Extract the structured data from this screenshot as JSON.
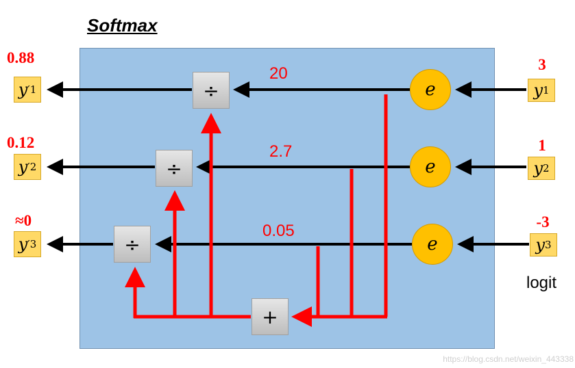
{
  "title": "Softmax",
  "inputs": [
    {
      "value": "3",
      "var": "y",
      "sub": "1"
    },
    {
      "value": "1",
      "var": "y",
      "sub": "2"
    },
    {
      "value": "-3",
      "var": "y",
      "sub": "3"
    }
  ],
  "outputs": [
    {
      "value": "0.88",
      "var": "y",
      "sub": "1",
      "prime": "′"
    },
    {
      "value": "0.12",
      "var": "y",
      "sub": "2",
      "prime": "′"
    },
    {
      "value": "≈0",
      "var": "y",
      "sub": "3",
      "prime": "′"
    }
  ],
  "exp_values": [
    "20",
    "2.7",
    "0.05"
  ],
  "exp_symbol": "e",
  "divide_symbol": "÷",
  "sum_symbol": "+",
  "input_caption": "logit",
  "watermark": "https://blog.csdn.net/weixin_443338",
  "colors": {
    "panel": "#9dc3e6",
    "flow": "#ff0000",
    "exp_node": "#ffc000",
    "var_box": "#ffd966"
  }
}
